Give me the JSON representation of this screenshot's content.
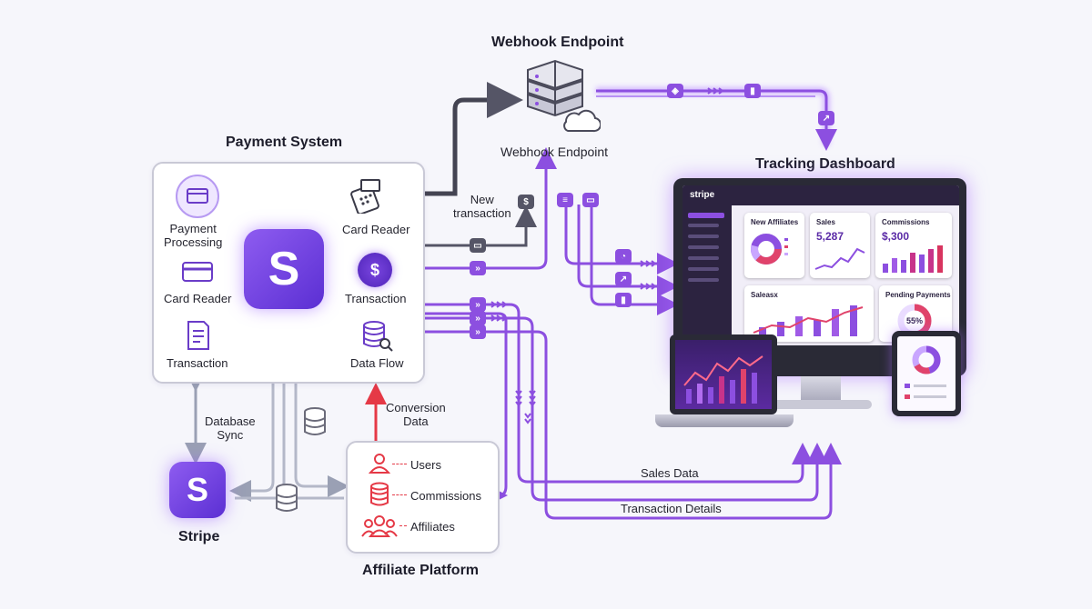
{
  "titles": {
    "webhook": "Webhook Endpoint",
    "payment_system": "Payment System",
    "tracking_dashboard": "Tracking Dashboard",
    "stripe": "Stripe",
    "affiliate_platform": "Affiliate Platform"
  },
  "labels": {
    "webhook_sub": "Webhook Endpoint",
    "new_transaction": "New\ntransaction",
    "database_sync": "Database\nSync",
    "conversion_data": "Conversion\nData",
    "sales_data": "Sales Data",
    "transaction_details": "Transaction Details"
  },
  "payment_items": {
    "payment_processing": "Payment\nProcessing",
    "card_reader_left": "Card Reader",
    "transaction_left": "Transaction",
    "card_reader_right": "Card Reader",
    "transaction_right": "Transaction",
    "data_flow": "Data Flow",
    "stripe_logo": "S"
  },
  "affiliate_items": [
    "Users",
    "Commissions",
    "Affiliates"
  ],
  "dashboard": {
    "brand": "stripe",
    "cards": {
      "new_affiliates": "New Affiliates",
      "sales": "Sales",
      "sales_value": "5,287",
      "commissions": "Commissions",
      "commissions_value": "$,300",
      "salesx": "Saleasx",
      "pending_payments": "Pending Payments",
      "pending_value": "55%"
    }
  },
  "colors": {
    "accent": "#8c4fe0",
    "accent_light": "#c9a6ff",
    "grey_line": "#b4b8c8",
    "red": "#e53946",
    "dark": "#2b2b3a"
  },
  "icons": {
    "server": "server-icon",
    "cloud": "cloud-icon",
    "monitor": "monitor-icon",
    "laptop": "laptop-icon",
    "tablet": "tablet-icon",
    "database": "database-icon",
    "user": "user-icon",
    "users": "users-icon",
    "coins": "coins-icon",
    "card": "credit-card-icon",
    "receipt": "receipt-icon",
    "dollar": "dollar-icon",
    "pos": "card-reader-icon"
  }
}
